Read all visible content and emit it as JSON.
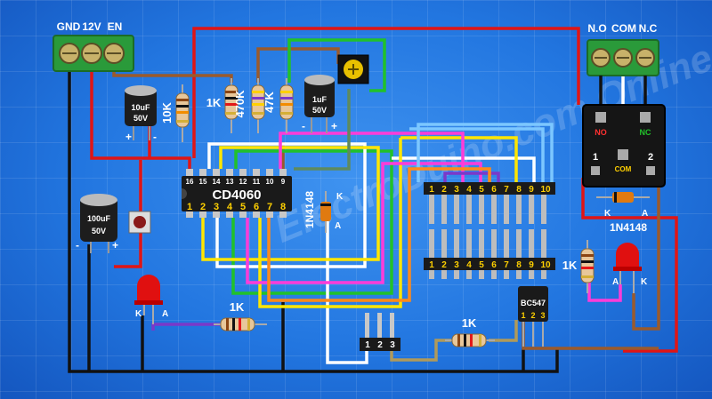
{
  "watermark": "ElectroDuino.com Online",
  "terminals": {
    "power_labels": [
      "GND",
      "12V",
      "EN"
    ],
    "relay_labels": [
      "N.O",
      "COM",
      "N.C"
    ]
  },
  "relay": {
    "pin_no": "NO",
    "pin_nc": "NC",
    "pin_com": "COM",
    "coil1": "1",
    "coil2": "2"
  },
  "ic": {
    "name": "CD4060",
    "top_pins": [
      "16",
      "15",
      "14",
      "13",
      "12",
      "11",
      "10",
      "9"
    ],
    "bottom_pins": [
      "1",
      "2",
      "3",
      "4",
      "5",
      "6",
      "7",
      "8"
    ]
  },
  "caps": {
    "c1": {
      "value": "10uF",
      "voltage": "50V"
    },
    "c2": {
      "value": "1uF",
      "voltage": "50V"
    },
    "c3": {
      "value": "100uF",
      "voltage": "50V"
    }
  },
  "resistors": {
    "r10k": "10K",
    "r1k_top": "1K",
    "r470k": "470K",
    "r47k": "47K",
    "r1k_led": "1K",
    "r1k_bc": "1K",
    "r1k_right": "1K"
  },
  "diodes": {
    "d1": {
      "name": "1N4148",
      "k": "K",
      "a": "A"
    },
    "d2": {
      "name": "1N4148",
      "k": "K",
      "a": "A"
    }
  },
  "leds": {
    "led1": {
      "k": "K",
      "a": "A"
    },
    "led2": {
      "a": "A",
      "k": "K"
    }
  },
  "headers": {
    "row1": [
      "1",
      "2",
      "3",
      "4",
      "5",
      "6",
      "7",
      "8",
      "9",
      "10"
    ],
    "row2": [
      "1",
      "2",
      "3",
      "4",
      "5",
      "6",
      "7",
      "8",
      "9",
      "10"
    ],
    "selector": [
      "1",
      "2",
      "3"
    ]
  },
  "transistor": {
    "name": "BC547",
    "pins": [
      "1",
      "2",
      "3"
    ]
  },
  "polarity": {
    "plus": "+",
    "minus": "-"
  }
}
